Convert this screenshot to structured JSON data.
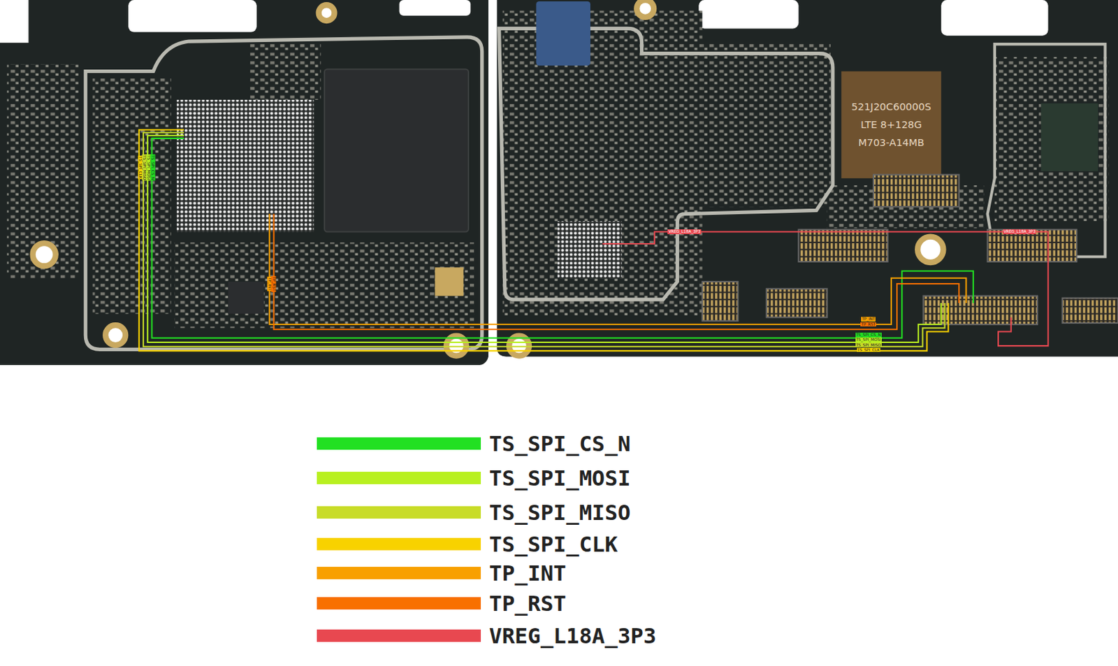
{
  "diagram": {
    "labels": [
      "TS_SPI_CLK",
      "TS_SPI_MISO",
      "TS_SPI_MOSI",
      "TS_SPI_CS_N",
      "TP_INT",
      "TP_RST",
      "VREG_L18A_3P3",
      "VREG_L18A_3P3",
      "TP_INT",
      "TP_RST",
      "TS_SPI_CS_N",
      "TS_SPI_MOSI",
      "TS_SPI_MISO",
      "TS_SPI_CLK",
      "521J20C60000S",
      "LTE 8+128G",
      "M703-A14MB"
    ],
    "legend": [
      {
        "text": "TS_SPI_CS_N",
        "color": "#22e022"
      },
      {
        "text": "TS_SPI_MOSI",
        "color": "#b8f020"
      },
      {
        "text": "TS_SPI_MISO",
        "color": "#c8dc28"
      },
      {
        "text": "TS_SPI_CLK",
        "color": "#f8d200"
      },
      {
        "text": "TP_INT",
        "color": "#f8a000"
      },
      {
        "text": "TP_RST",
        "color": "#f87000"
      },
      {
        "text": "VREG_L18A_3P3",
        "color": "#e84850"
      }
    ]
  }
}
